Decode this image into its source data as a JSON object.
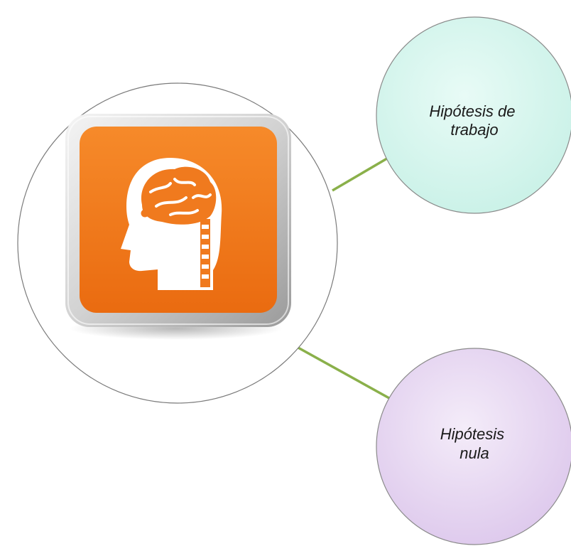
{
  "diagram": {
    "center_icon": "brain-head-icon",
    "nodes": [
      {
        "id": "working",
        "label_lines": [
          "Hipótesis de",
          "trabajo"
        ],
        "fill": "#d9f7f0"
      },
      {
        "id": "null",
        "label_lines": [
          "Hipótesis",
          "nula"
        ],
        "fill": "#ebdcf3"
      }
    ],
    "colors": {
      "connector": "#8ab04a",
      "icon_orange": "#f07a1e",
      "icon_frame": "#d6d6d6"
    }
  }
}
